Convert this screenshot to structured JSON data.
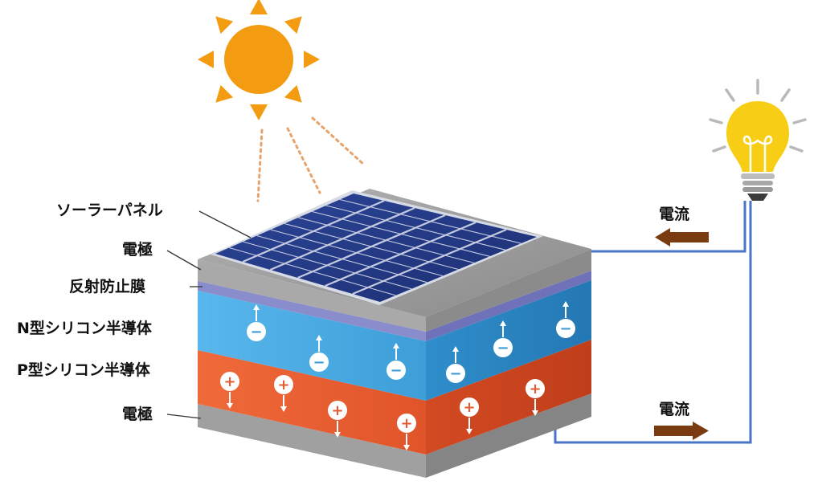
{
  "labels": {
    "solar_panel": "ソーラーパネル",
    "electrode_top": "電極",
    "anti_reflection": "反射防止膜",
    "n_type": "N型シリコン半導体",
    "p_type": "P型シリコン半導体",
    "electrode_bottom": "電極"
  },
  "current": {
    "top_label": "電流",
    "bottom_label": "電流"
  },
  "signs": {
    "electron": "−",
    "hole": "+"
  },
  "colors": {
    "sun": "#f39c12",
    "ray": "#e8a36b",
    "bulb": "#f7cd15",
    "bulb_rays": "#b9b9b9",
    "wire": "#4a74c8",
    "current_arrow": "#7b3b10",
    "panel": "#223a85",
    "electrode": "#9c9c9c",
    "anti_reflection": "#7d80c4",
    "n_type": "#4aa8e0",
    "p_type": "#e55a2e"
  }
}
